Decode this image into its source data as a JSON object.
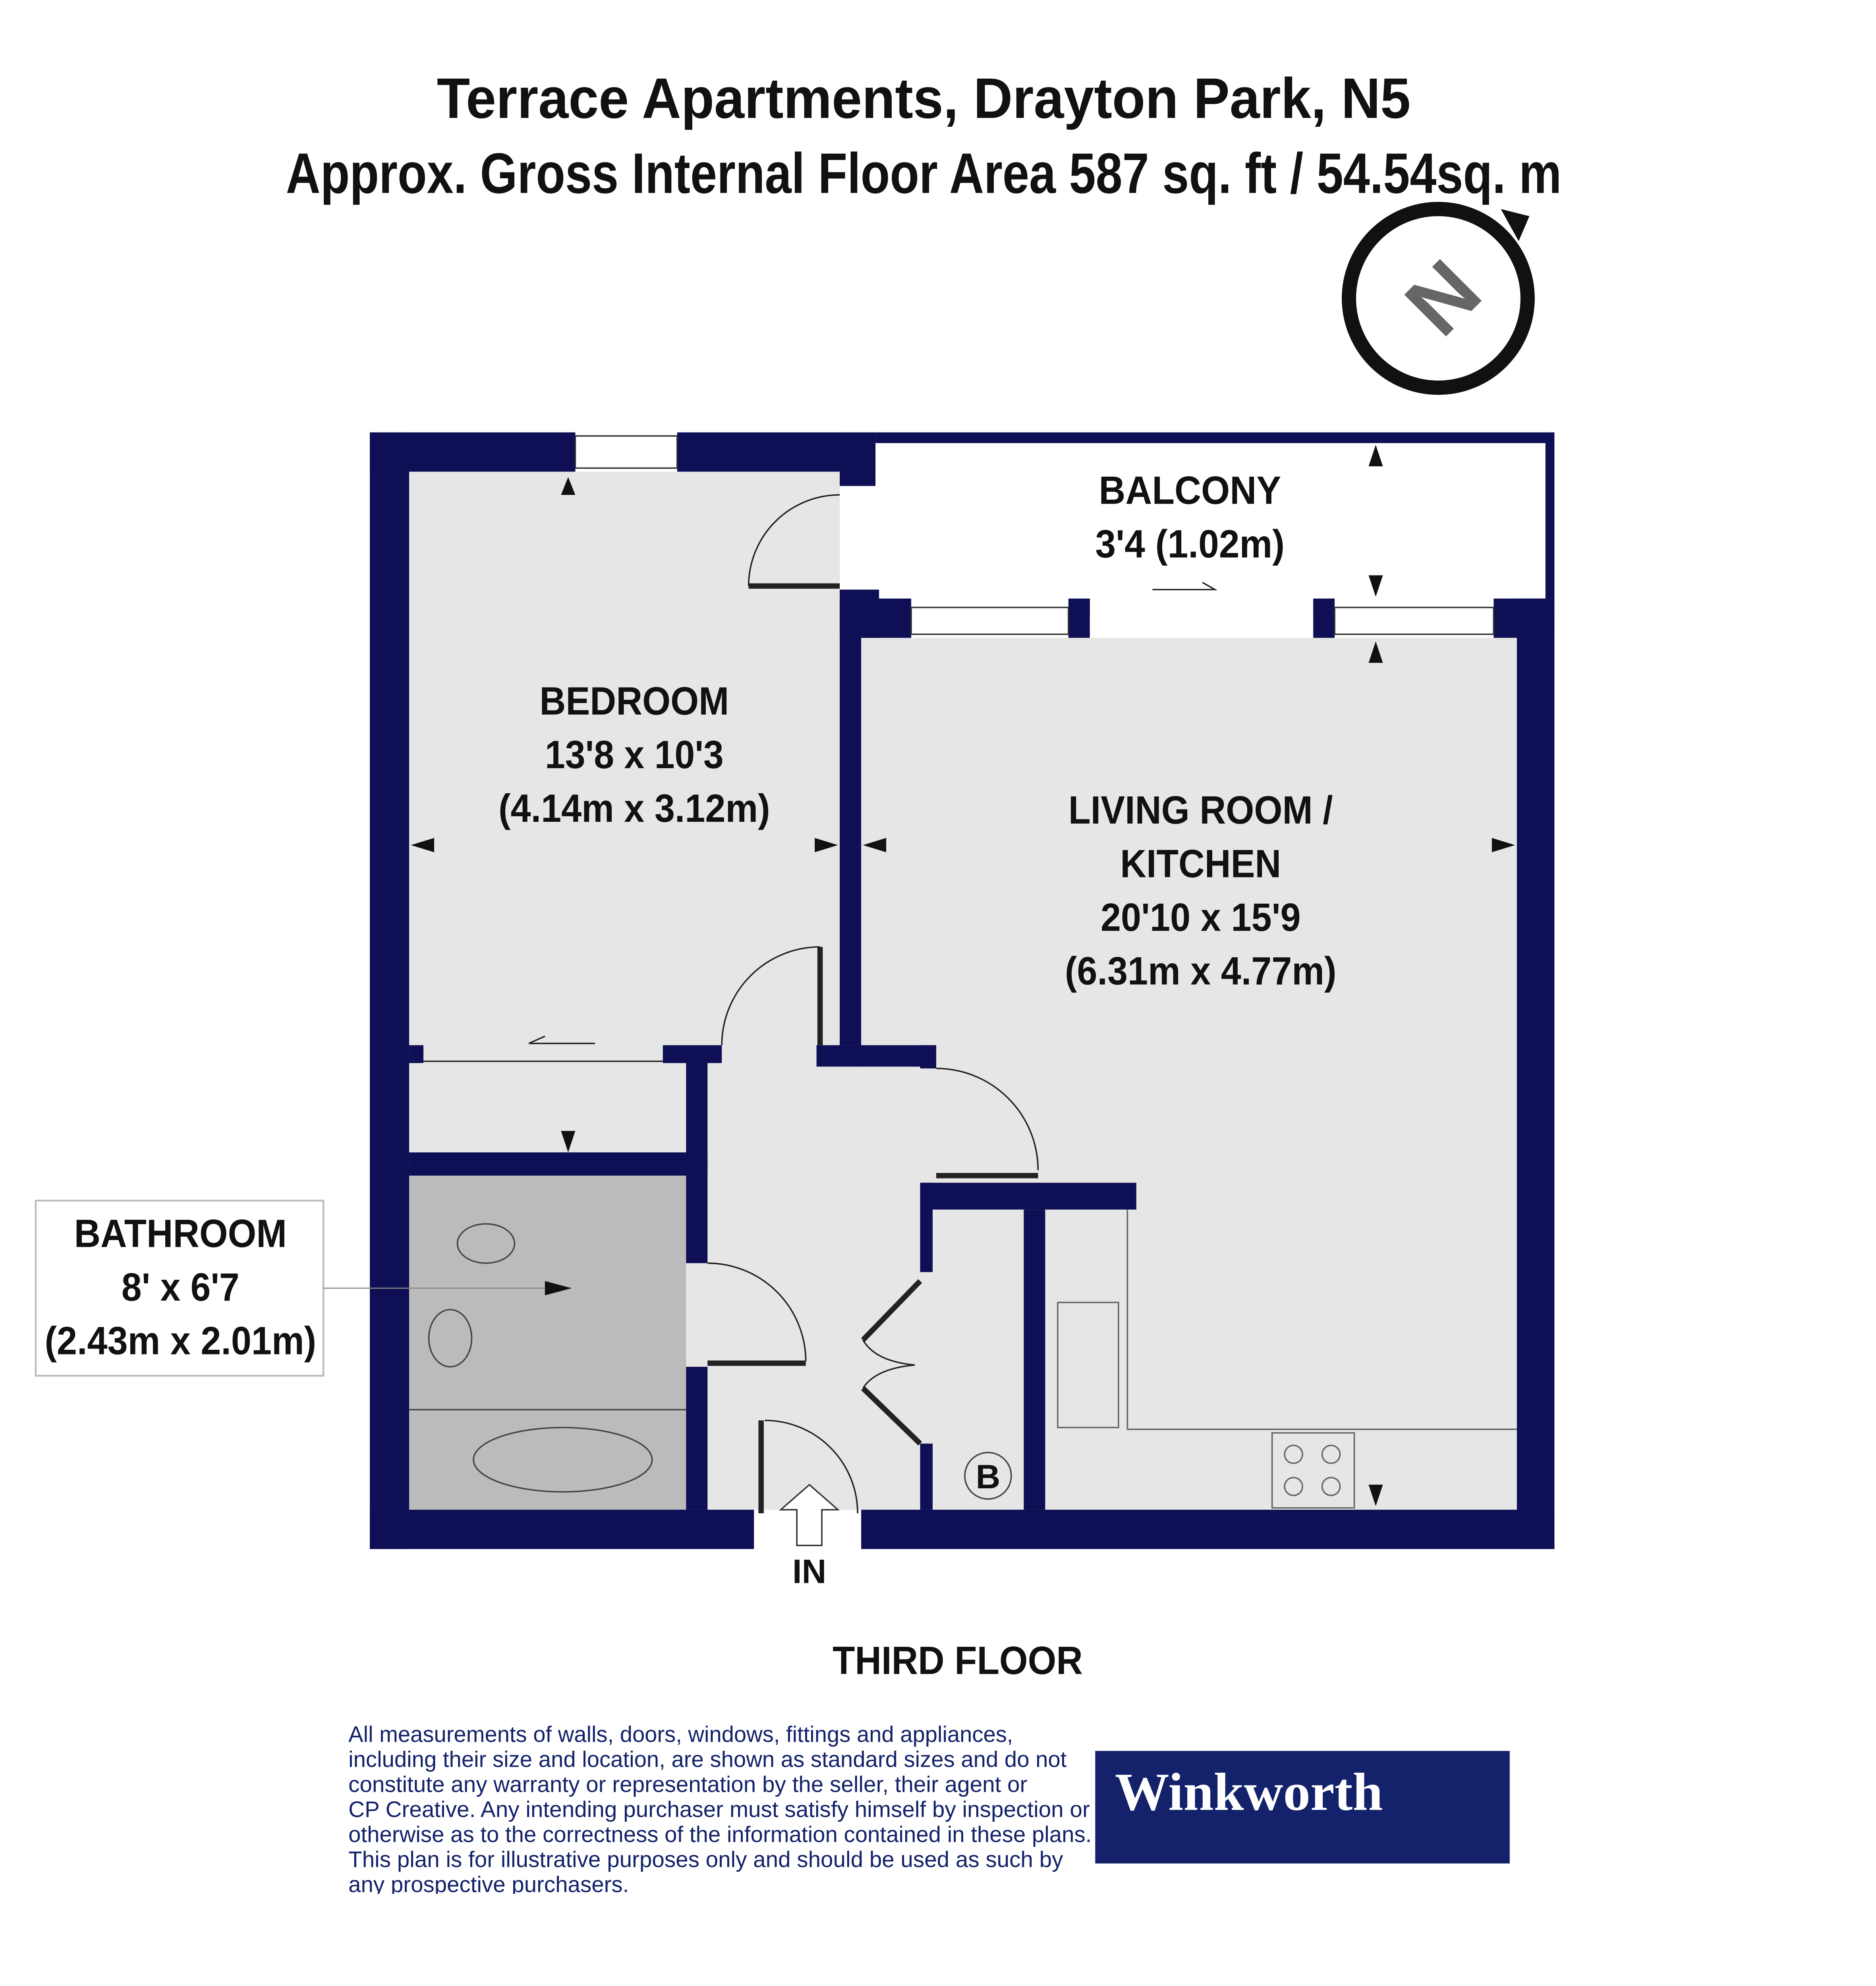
{
  "header": {
    "title": "Terrace Apartments, Drayton Park, N5",
    "subtitle": "Approx. Gross Internal Floor Area 587 sq. ft / 54.54sq. m"
  },
  "compass": {
    "icon": "north-arrow-icon",
    "letter": "N"
  },
  "rooms": {
    "balcony": {
      "name": "BALCONY",
      "dims": "3'4 (1.02m)"
    },
    "bedroom": {
      "name": "BEDROOM",
      "dims_imperial": "13'8 x 10'3",
      "dims_metric": "(4.14m x 3.12m)"
    },
    "living": {
      "name_line1": "LIVING ROOM /",
      "name_line2": "KITCHEN",
      "dims_imperial": "20'10 x 15'9",
      "dims_metric": "(6.31m x 4.77m)"
    },
    "bathroom": {
      "name": "BATHROOM",
      "dims_imperial": "8' x 6'7",
      "dims_metric": "(2.43m x 2.01m)"
    },
    "boiler": "B"
  },
  "entrance_label": "IN",
  "floor_label": "THIRD FLOOR",
  "disclaimer": [
    "All measurements of walls, doors, windows, fittings and appliances,",
    "including their size and location, are shown as standard sizes and do not",
    "constitute any warranty or representation by the seller, their agent or",
    "CP Creative. Any intending purchaser must satisfy himself by inspection or",
    "otherwise as to the correctness of the information contained in these plans.",
    "This plan is for illustrative purposes only and should be used as such by",
    "any prospective purchasers."
  ],
  "logo": {
    "text": "Winkworth",
    "background": "#13226a"
  },
  "colors": {
    "wall": "#0f0f55",
    "floor": "#e6e6e6",
    "bathroom_floor": "#bbbbbb",
    "text": "#111111"
  }
}
